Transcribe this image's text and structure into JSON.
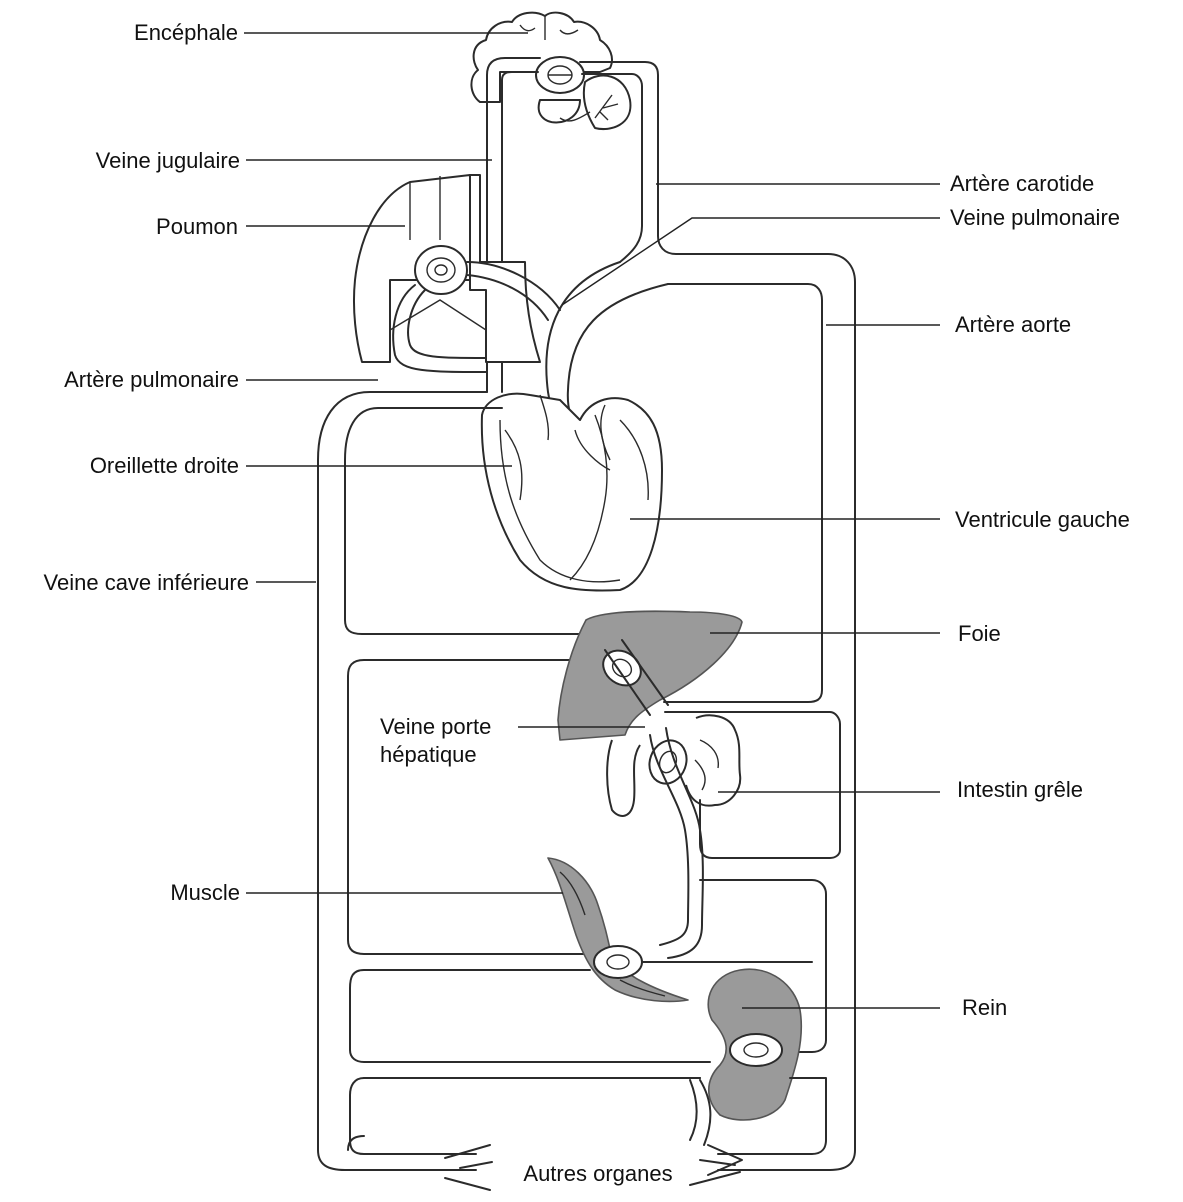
{
  "labels": {
    "encephale": "Encéphale",
    "veine_jugulaire": "Veine jugulaire",
    "poumon": "Poumon",
    "artere_pulmonaire": "Artère pulmonaire",
    "oreillette_droite": "Oreillette droite",
    "veine_cave_inferieure": "Veine cave inférieure",
    "artere_carotide": "Artère carotide",
    "veine_pulmonaire": "Veine pulmonaire",
    "artere_aorte": "Artère aorte",
    "ventricule_gauche": "Ventricule gauche",
    "foie": "Foie",
    "veine_porte_line1": "Veine porte",
    "veine_porte_line2": "hépatique",
    "intestin_grele": "Intestin grêle",
    "muscle": "Muscle",
    "rein": "Rein",
    "autres_organes": "Autres organes"
  },
  "colors": {
    "organ_fill": "#9a9a9a",
    "line": "#2b2b2b",
    "background": "#ffffff"
  }
}
